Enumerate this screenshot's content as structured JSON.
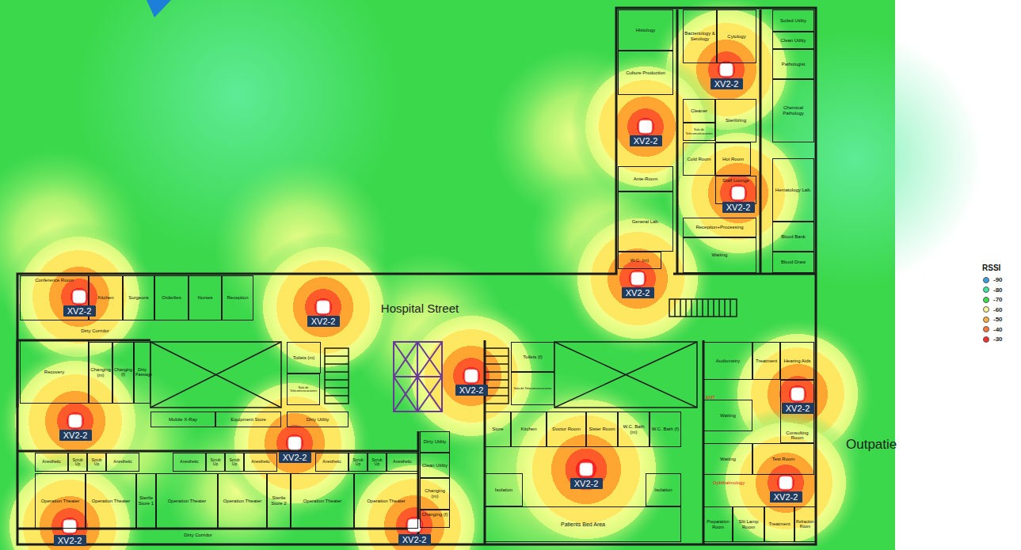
{
  "diagram": {
    "nodes": [
      {
        "text": [
          "Histology"
        ]
      },
      {
        "text": [
          "Culture Production"
        ]
      },
      {
        "text": [
          "Bacteriology & Serology"
        ]
      },
      {
        "text": [
          "Cytology"
        ]
      },
      {
        "text": [
          "Soiled Utility"
        ]
      },
      {
        "text": [
          "Clean Utility"
        ]
      },
      {
        "text": [
          "Pathologist"
        ]
      },
      {
        "text": [
          "Chemical Pathology"
        ]
      },
      {
        "text": [
          "Cleaner"
        ]
      },
      {
        "text": [
          "Sala de Telecomunicaciones"
        ]
      },
      {
        "text": [
          "Sterilizing"
        ]
      },
      {
        "text": [
          "Cold Room"
        ]
      },
      {
        "text": [
          "Hot Room"
        ]
      },
      {
        "text": [
          "Staff Lounge"
        ]
      },
      {
        "text": [
          "Ante-Room"
        ]
      },
      {
        "text": [
          "General Lab."
        ]
      },
      {
        "text": [
          "Hematology Lab."
        ]
      },
      {
        "text": [
          "Blood Bank"
        ]
      },
      {
        "text": [
          "Blood Draw"
        ]
      },
      {
        "text": [
          "Reception+Processing"
        ]
      },
      {
        "text": [
          "Waiting"
        ]
      },
      {
        "text": [
          "W.C. (m)"
        ]
      },
      {
        "text": [
          "Conference Room"
        ]
      },
      {
        "text": [
          "Kitchen"
        ]
      },
      {
        "text": [
          "Surgeons"
        ]
      },
      {
        "text": [
          "Orderlies"
        ]
      },
      {
        "text": [
          "Nurses"
        ]
      },
      {
        "text": [
          "Reception"
        ]
      },
      {
        "text": [
          "Recovery"
        ]
      },
      {
        "text": [
          "Changing (m)"
        ]
      },
      {
        "text": [
          "Changing (f)"
        ]
      },
      {
        "text": [
          "Dirty Passage"
        ]
      },
      {
        "text": [
          "Mobile X-Ray"
        ]
      },
      {
        "text": [
          "Equipment Store"
        ]
      },
      {
        "text": [
          "Toilets (m)"
        ]
      },
      {
        "text": [
          "Sala de Telecomunicaciones"
        ]
      },
      {
        "text": [
          "Dirty Utility"
        ]
      },
      {
        "text": [
          "Toilets (f)"
        ]
      },
      {
        "text": [
          "Sala de Telecomunicaciones"
        ]
      },
      {
        "text": [
          "Store"
        ]
      },
      {
        "text": [
          "Kitchen"
        ]
      },
      {
        "text": [
          "Doctor Room"
        ]
      },
      {
        "text": [
          "Sister Room"
        ]
      },
      {
        "text": [
          "W.C. Bath (m)"
        ]
      },
      {
        "text": [
          "W.C. Bath (f)"
        ]
      },
      {
        "text": [
          "Isolation"
        ]
      },
      {
        "text": [
          "Isolation"
        ]
      },
      {
        "text": [
          "Patients Bed Area"
        ]
      },
      {
        "text": [
          "Audiometry"
        ]
      },
      {
        "text": [
          "Treatment"
        ]
      },
      {
        "text": [
          "Hearing Aids"
        ]
      },
      {
        "text": [
          "Waiting"
        ]
      },
      {
        "text": [
          "Consulting Room"
        ]
      },
      {
        "text": [
          "Waiting"
        ]
      },
      {
        "text": [
          "Test Room"
        ]
      },
      {
        "text": [
          "Preparation Room"
        ]
      },
      {
        "text": [
          "Slit Lamp Room"
        ]
      },
      {
        "text": [
          "Treatment"
        ]
      },
      {
        "text": [
          "Refraction Room"
        ]
      },
      {
        "text": [
          "Anesthetic"
        ]
      },
      {
        "text": [
          "Scrub Up"
        ]
      },
      {
        "text": [
          "Scrub Up"
        ]
      },
      {
        "text": [
          "Anesthetic"
        ]
      },
      {
        "text": [
          "Anesthetic"
        ]
      },
      {
        "text": [
          "Scrub Up"
        ]
      },
      {
        "text": [
          "Scrub Up"
        ]
      },
      {
        "text": [
          "Anesthetic"
        ]
      },
      {
        "text": [
          "Anesthetic"
        ]
      },
      {
        "text": [
          "Scrub Up"
        ]
      },
      {
        "text": [
          "Scrub Up"
        ]
      },
      {
        "text": [
          "Anesthetic"
        ]
      },
      {
        "text": [
          "Operation Theater"
        ]
      },
      {
        "text": [
          "Operation Theater"
        ]
      },
      {
        "text": [
          "Sterile Store 1"
        ]
      },
      {
        "text": [
          "Operation Theater"
        ]
      },
      {
        "text": [
          "Operation Theater"
        ]
      },
      {
        "text": [
          "Sterile Store 2"
        ]
      },
      {
        "text": [
          "Operation Theater"
        ]
      },
      {
        "text": [
          "Operation Theater"
        ]
      },
      {
        "text": [
          "Dirty Utility"
        ]
      },
      {
        "text": [
          "Clean Utility"
        ]
      },
      {
        "text": [
          "Changing (m)"
        ]
      },
      {
        "text": [
          "Changing (f)"
        ]
      },
      {
        "text": [
          "XV2-2"
        ]
      },
      {
        "text": [
          "XV2-2"
        ]
      },
      {
        "text": [
          "XV2-2"
        ]
      },
      {
        "text": [
          "XV2-2"
        ]
      },
      {
        "text": [
          "XV2-2"
        ]
      },
      {
        "text": [
          "XV2-2"
        ]
      },
      {
        "text": [
          "XV2-2"
        ]
      },
      {
        "text": [
          "XV2-2"
        ]
      },
      {
        "text": [
          "XV2-2"
        ]
      },
      {
        "text": [
          "XV2-2"
        ]
      },
      {
        "text": [
          "XV2-2"
        ]
      },
      {
        "text": [
          "XV2-2"
        ]
      },
      {
        "text": [
          "XV2-2"
        ]
      },
      {
        "text": [
          "XV2-2"
        ]
      }
    ],
    "labels": [
      "Hospital Street",
      "Dirty Corridor",
      "Dirty Corridor",
      "ENT",
      "Ophthalmology",
      "Outpatie",
      "RSSI"
    ],
    "legend": [
      {
        "text": "-90",
        "color": "#3a9ee0"
      },
      {
        "text": "-80",
        "color": "#3ee8a0"
      },
      {
        "text": "-70",
        "color": "#3fe04c"
      },
      {
        "text": "-60",
        "color": "#fff59a"
      },
      {
        "text": "-50",
        "color": "#ffb347"
      },
      {
        "text": "-40",
        "color": "#ff7a3a"
      },
      {
        "text": "-30",
        "color": "#ff2e2e"
      }
    ]
  }
}
